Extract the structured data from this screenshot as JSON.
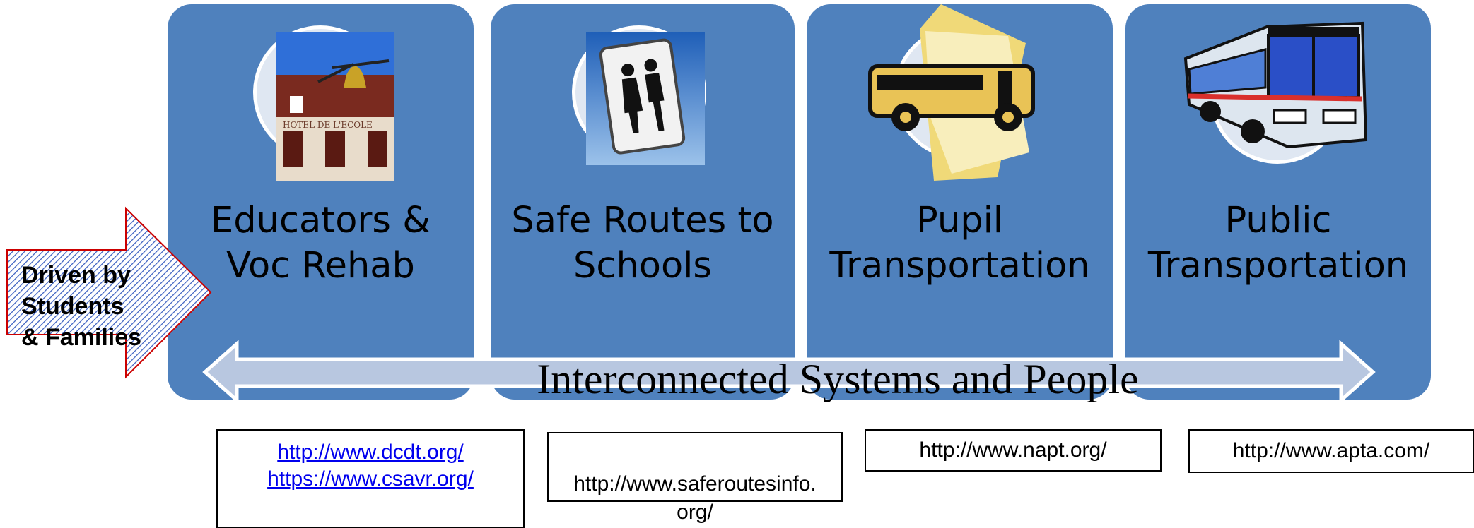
{
  "panels": [
    {
      "title": "Educators &\nVoc Rehab",
      "image": "school-bell-building-photo"
    },
    {
      "title": "Safe Routes to\nSchools",
      "image": "pedestrian-crossing-sign-photo"
    },
    {
      "title": "Pupil\nTransportation",
      "image": "school-bus-clipart"
    },
    {
      "title": "Public\nTransportation",
      "image": "city-bus-clipart"
    }
  ],
  "driven_arrow": {
    "text": "Driven by\nStudents\n& Families",
    "color": "#cc0000"
  },
  "banner": {
    "text": "Interconnected Systems and People"
  },
  "links": {
    "box1": {
      "link1": "http://www.dcdt.org/",
      "link2": "https://www.csavr.org/"
    },
    "box2": {
      "text": "http://www.saferoutesinfo.\norg/"
    },
    "box3": {
      "text": "http://www.napt.org/"
    },
    "box4": {
      "text": "http://www.apta.com/"
    }
  },
  "colors": {
    "panel": "#4f81bd",
    "banner": "#b8c7e0",
    "link": "#0000ee"
  }
}
